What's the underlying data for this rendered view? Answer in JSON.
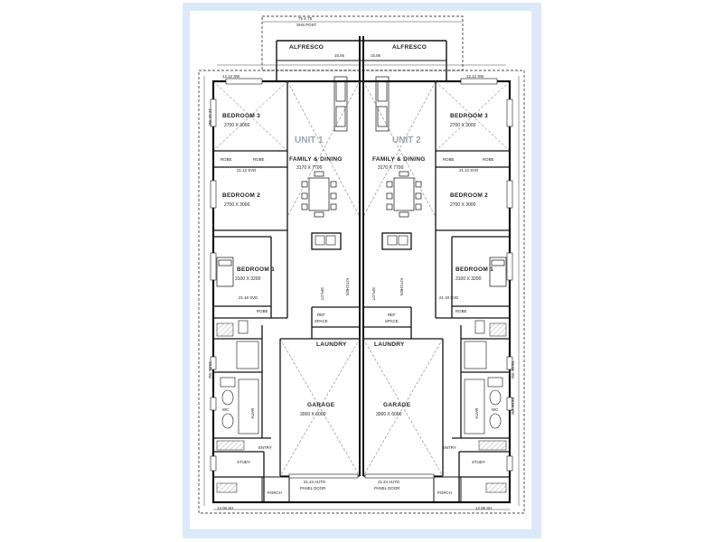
{
  "colors": {
    "frame": "#dbe9f8",
    "line": "#222222",
    "wall": "#111111",
    "unit_label": "#9aa3ad",
    "hatch": "#666666"
  },
  "plan": {
    "post_note": [
      "75 X 75",
      "SHS POST"
    ],
    "units": [
      {
        "unit_label": "UNIT 1",
        "alfresco": "ALFRESCO",
        "alfresco_dim": "15.06",
        "family": {
          "name": "FAMILY & DINING",
          "size": "3170 X 7700"
        },
        "bed3": {
          "name": "BEDROOM 3",
          "size": "2700 X 3000"
        },
        "bed2": {
          "name": "BEDROOM 2",
          "size": "2700 X 3000"
        },
        "bed1": {
          "name": "BEDROOM 1",
          "size": "3100 X 3200"
        },
        "robe": "ROBE",
        "kitchen": "KITCHEN",
        "splot": "SPLOT",
        "ref_space": [
          "REF",
          "SPACE"
        ],
        "laundry": "LAUNDRY",
        "garage": {
          "name": "GARAGE",
          "size": "3000 X 6000"
        },
        "door": [
          "21.24 AUTO",
          "PANEL DOOR"
        ],
        "bath": "BATH",
        "wc": "WC",
        "entry": "ENTRY",
        "study": "STUDY",
        "porch": "PORCH",
        "door_note_top": "12.12 SW",
        "door_note_mid": "21.12 SVD",
        "door_note_bed1": "21.18 SVD",
        "bottom_note": "12.08 SH"
      },
      {
        "unit_label": "UNIT 2",
        "alfresco": "ALFRESCO",
        "alfresco_dim": "15.06",
        "family": {
          "name": "FAMILY & DINING",
          "size": "3170 X 7700"
        },
        "bed3": {
          "name": "BEDROOM 3",
          "size": "2700 X 3000"
        },
        "bed2": {
          "name": "BEDROOM 2",
          "size": "2700 X 3000"
        },
        "bed1": {
          "name": "BEDROOM 1",
          "size": "3100 X 3200"
        },
        "robe": "ROBE",
        "kitchen": "KITCHEN",
        "splot": "SPLOT",
        "ref_space": [
          "REF",
          "SPACE"
        ],
        "laundry": "LAUNDRY",
        "garage": {
          "name": "GARAGE",
          "size": "3000 X 6000"
        },
        "door": [
          "21.24 AUTO",
          "PANEL DOOR"
        ],
        "bath": "BATH",
        "wc": "WC",
        "entry": "ENTRY",
        "study": "STUDY",
        "porch": "PORCH",
        "door_note_top": "12.12 SW",
        "door_note_mid": "21.12 SVD",
        "door_note_bed1": "21.18 SVD",
        "bottom_note": "12.08 SH"
      }
    ],
    "side_notes": [
      "12.12 SW",
      "15.06 SW",
      "06.06 SW",
      "06.06 SW"
    ]
  }
}
